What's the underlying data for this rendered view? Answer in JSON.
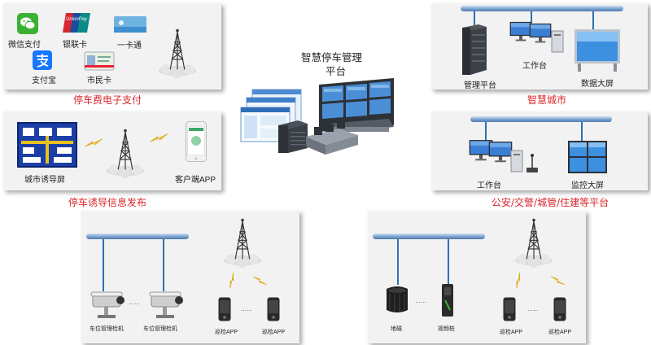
{
  "center": {
    "title_line1": "智慧停车管理",
    "title_line2": "平台"
  },
  "payment": {
    "caption": "停车费电子支付",
    "items": {
      "wechat": "微信支付",
      "unionpay": "银联卡",
      "yikatong": "一卡通",
      "alipay": "支付宝",
      "citizen_card": "市民卡"
    },
    "unionpay_logo_text": "UnionPay"
  },
  "guidance": {
    "caption": "停车诱导信息发布",
    "screen": "城市诱导屏",
    "client_app": "客户端APP"
  },
  "smart_city": {
    "caption": "智慧城市",
    "mgmt_platform": "管理平台",
    "workstation": "工作台",
    "big_screen": "数据大屏"
  },
  "public_security": {
    "caption": "公安/交警/城管/住建等平台",
    "workstation": "工作台",
    "monitor_screen": "监控大屏"
  },
  "bottom_left": {
    "camera1": "车位管理检机",
    "camera2": "车位管理检机",
    "app1": "巡检APP",
    "app2": "巡检APP",
    "ellipsis": "……"
  },
  "bottom_right": {
    "geomag": "地磁",
    "video_pile": "视频桩",
    "app1": "巡检APP",
    "app2": "巡检APP",
    "ellipsis": "……"
  },
  "colors": {
    "caption_red": "#d9262b",
    "pipe_blue": "#5b86bf",
    "wechat_green": "#3cb034",
    "alipay_blue": "#1677ff",
    "lightning_yellow": "#f4c21b"
  }
}
